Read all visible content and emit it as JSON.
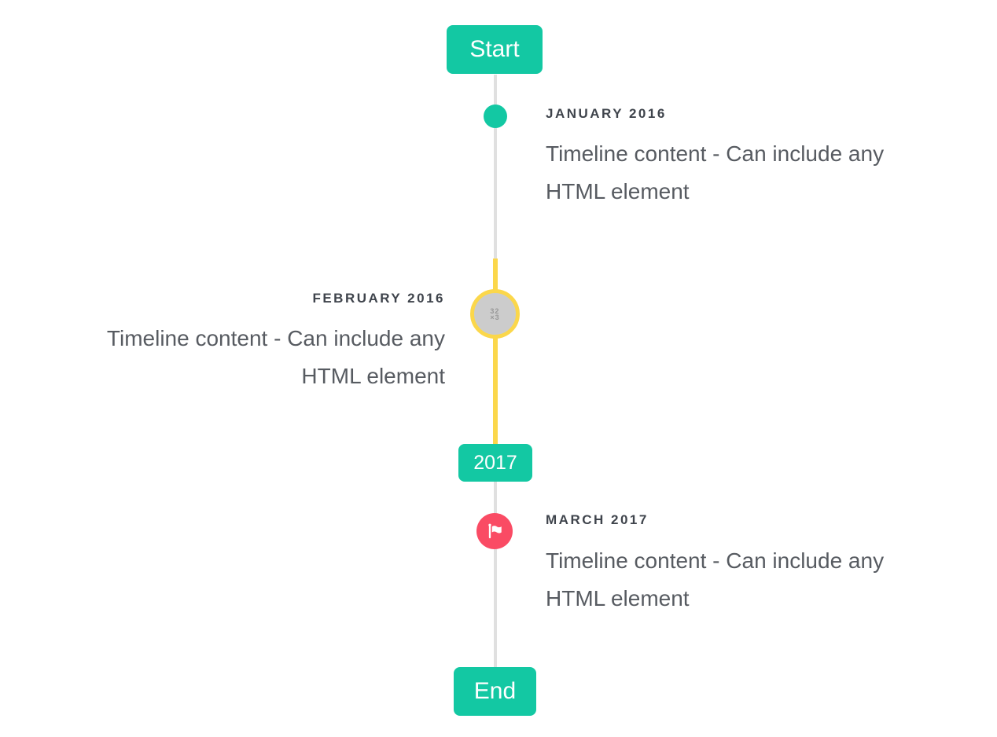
{
  "colors": {
    "accent_teal": "#13c8a3",
    "accent_yellow": "#fbd74b",
    "accent_pink": "#fa4b64",
    "line_gray": "#e0e0e0",
    "marker_placeholder_gray": "#cccccc",
    "title_text": "#3f444c",
    "content_text": "#575b61",
    "badge_text": "#ffffff"
  },
  "timeline": {
    "start_badge_label": "Start",
    "year_badge_label": "2017",
    "end_badge_label": "End",
    "entries": [
      {
        "id": "january-2016",
        "side": "right",
        "marker": "teal-dot",
        "title": "JANUARY 2016",
        "content_lines": [
          "Timeline content - Can include any",
          "HTML element"
        ]
      },
      {
        "id": "february-2016",
        "side": "left",
        "marker": "image-placeholder",
        "marker_placeholder_lines": [
          "32",
          "×3"
        ],
        "title": "FEBRUARY 2016",
        "content_lines": [
          "Timeline content - Can include any",
          "HTML element"
        ]
      },
      {
        "id": "march-2017",
        "side": "right",
        "marker": "flag",
        "title": "MARCH 2017",
        "content_lines": [
          "Timeline content - Can include any",
          "HTML element"
        ]
      }
    ]
  }
}
